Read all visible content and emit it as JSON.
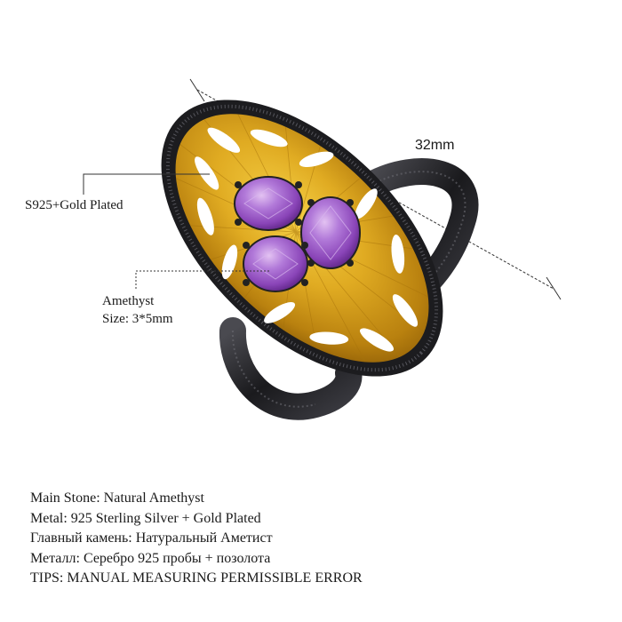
{
  "callouts": {
    "metal": "S925+Gold Plated",
    "stone_name": "Amethyst",
    "stone_size": "Size: 3*5mm",
    "dimension": "32mm"
  },
  "specs": [
    "Main Stone: Natural Amethyst",
    "Metal: 925 Sterling Silver + Gold Plated",
    "Главный камень: Натуральный Аметист",
    "Металл: Серебро 925 пробы + позолота",
    "TIPS: MANUAL MEASURING PERMISSIBLE ERROR"
  ],
  "colors": {
    "background": "#ffffff",
    "black_rhodium": "#1c1c1f",
    "gold": "#d9a21c",
    "amethyst": "#9a4fc4"
  },
  "product": {
    "type": "ring",
    "stone_count": 3
  }
}
